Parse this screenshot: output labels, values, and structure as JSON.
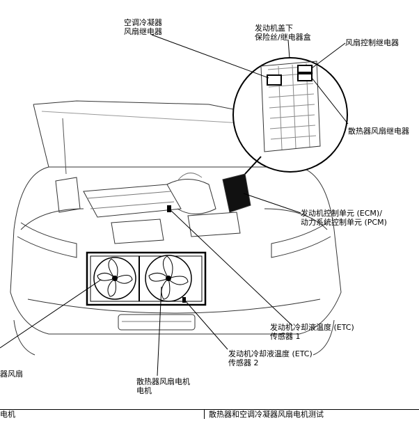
{
  "labels": {
    "ac_condenser_relay": [
      "空调冷凝器",
      "风扇继电器"
    ],
    "under_hood_box": [
      "发动机盖下",
      "保险丝/继电器盒"
    ],
    "fan_control_relay": "风扇控制继电器",
    "radiator_fan_relay": "散热器风扇继电器",
    "ecm_pcm": [
      "发动机控制单元 (ECM)/",
      "动力系统控制单元 (PCM)"
    ],
    "ect_sensor_1": [
      "发动机冷却液温度 (ETC)",
      "传感器 1"
    ],
    "ect_sensor_2": [
      "发动机冷却液温度 (ETC)",
      "传感器 2"
    ],
    "radiator_fan_motor": [
      "散热器风扇电机",
      "电机"
    ],
    "condenser_fan_partial": "器风扇"
  },
  "footer": {
    "left": "电机",
    "right": "散热器和空调冷凝器风扇电机测试"
  },
  "colors": {
    "line": "#000000",
    "ink": "#222222",
    "shade": "#bbbbbb"
  }
}
